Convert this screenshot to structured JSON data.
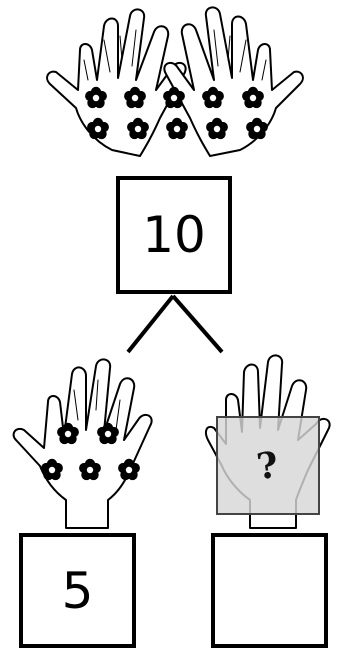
{
  "total": {
    "value": "10"
  },
  "left_part": {
    "value": "5"
  },
  "right_part": {
    "value": "",
    "hint": "?"
  },
  "counts": {
    "top_flowers": 10,
    "left_flowers": 5
  },
  "colors": {
    "line": "#000000",
    "cover": "#d7d7d7",
    "flower": "#000000"
  }
}
